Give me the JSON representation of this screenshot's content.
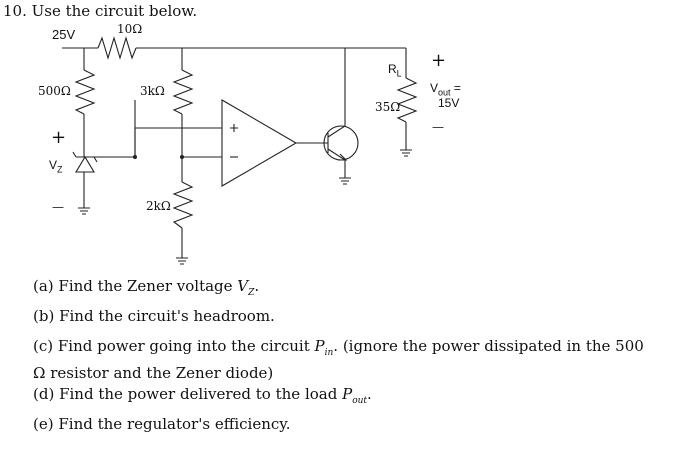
{
  "heading": "10. Use the circuit below.",
  "circuit": {
    "source_label": "25V",
    "r_series_label": "10Ω",
    "r_500_label": "500Ω",
    "r_3k_label": "3kΩ",
    "r_2k_label": "2kΩ",
    "zener_label": "VZ",
    "rl_label": "RL",
    "r_35_label": "35Ω",
    "vout_label": "Vout =",
    "vout_value": "15V",
    "plus_sign": "+",
    "minus_sign": "—"
  },
  "questions": [
    {
      "label": "(a)",
      "text": "Find the Zener voltage V_Z."
    },
    {
      "label": "(b)",
      "text": "Find the circuit's headroom."
    },
    {
      "label": "(c)",
      "text": "Find power going into the circuit P_in. (ignore the power dissipated in the 500 Ω resistor and the Zener diode)"
    },
    {
      "label": "(d)",
      "text": "Find the power delivered to the load P_out."
    },
    {
      "label": "(e)",
      "text": "Find the regulator's efficiency."
    }
  ]
}
